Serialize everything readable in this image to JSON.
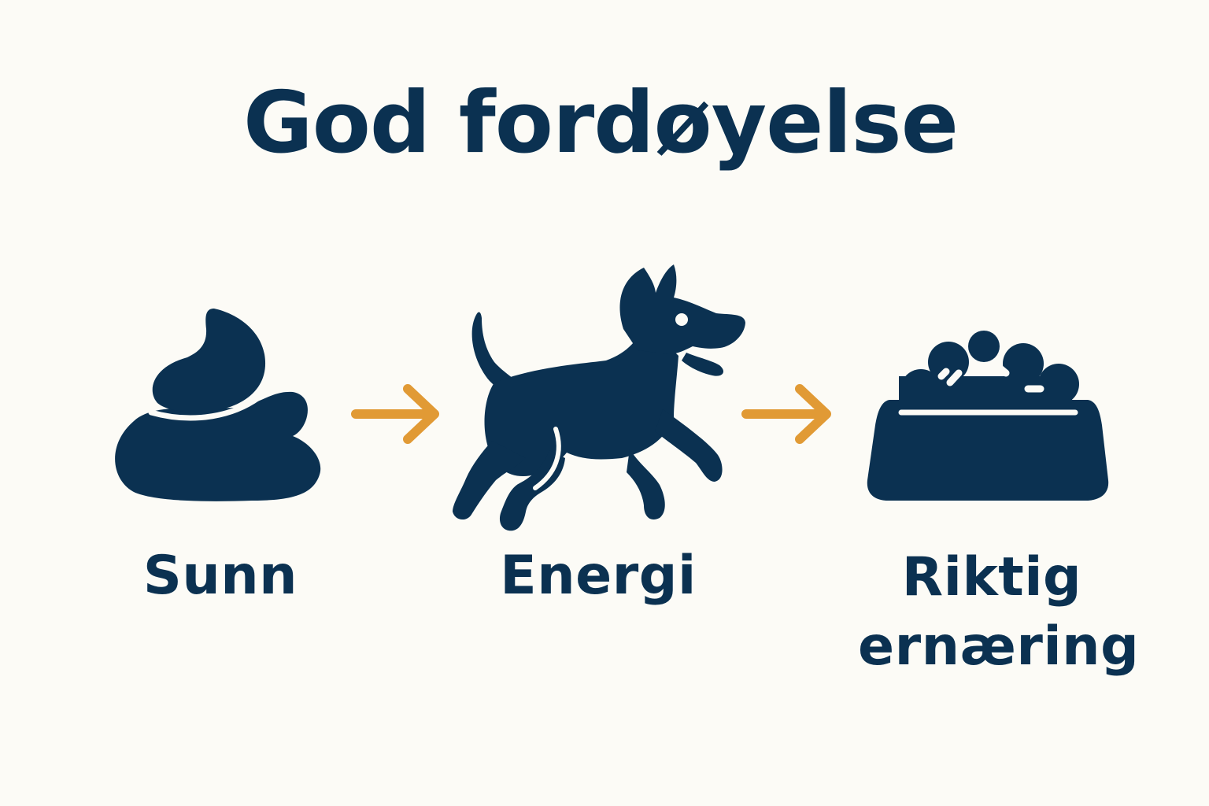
{
  "title": "God fordøyelse",
  "colors": {
    "background": "#fcfbf6",
    "primary": "#0b3151",
    "accent": "#e19a35"
  },
  "steps": [
    {
      "icon": "stool-icon",
      "label": "Sunn"
    },
    {
      "icon": "running-dog-icon",
      "label": "Energi"
    },
    {
      "icon": "food-bowl-icon",
      "label_line1": "Riktig",
      "label_line2": "ernæring"
    }
  ],
  "connectors": [
    "arrow-right-icon",
    "arrow-right-icon"
  ]
}
